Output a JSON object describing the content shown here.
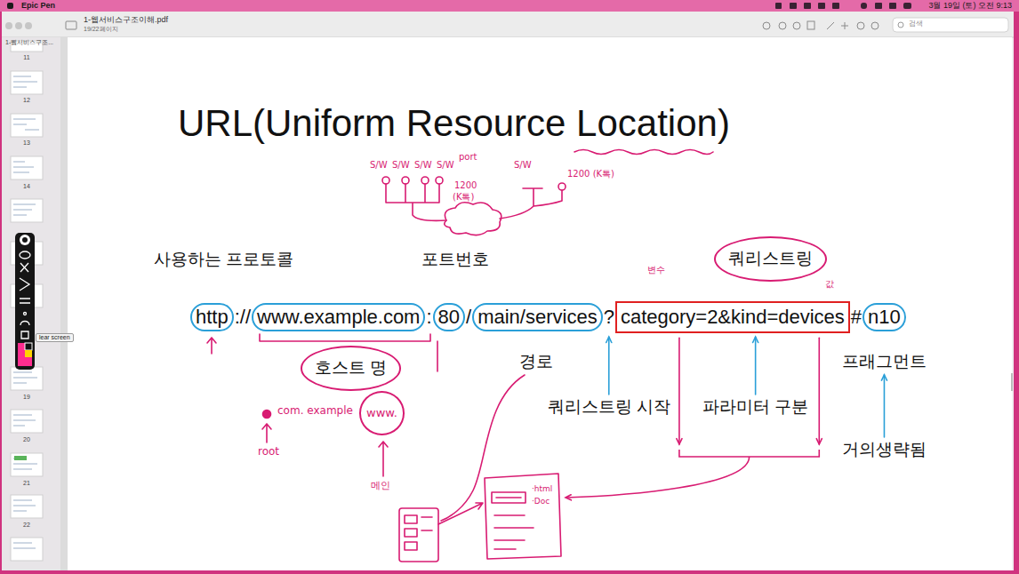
{
  "diagram": {
    "title": "URL(Uniform Resource Location)",
    "nodes": [
      {
        "text": [
          "쿼리스트링"
        ]
      },
      {
        "text": [
          "http"
        ]
      },
      {
        "text": [
          "www.example.com"
        ]
      },
      {
        "text": [
          "80"
        ]
      },
      {
        "text": [
          "main/services"
        ]
      },
      {
        "text": [
          "category=2&kind=devices"
        ]
      },
      {
        "text": [
          "n10"
        ]
      },
      {
        "text": [
          "호스트 명"
        ]
      },
      {
        "text": [
          "www."
        ]
      }
    ],
    "labels": [
      "Epic Pen",
      "3월 19일 (토) 오전 9:13",
      "1-웹서비스구조이해.pdf",
      "19/22페이지",
      "검색",
      "1-웹서비스구조...",
      "11",
      "12",
      "13",
      "14",
      "19",
      "20",
      "21",
      "22",
      "lear screen",
      "S/W",
      "S/W",
      "S/W",
      "S/W",
      "port",
      "1200",
      "(K톡)",
      "S/W",
      "1200 (K톡)",
      "사용하는 프로토콜",
      "포트번호",
      "변수",
      "값",
      "://",
      ":",
      "/",
      "?",
      "#",
      "경로",
      "프래그먼트",
      "쿼리스트링 시작",
      "파라미터 구분",
      "com. example",
      "root",
      "메인",
      "거의생략됨",
      "·html",
      "·Doc"
    ]
  }
}
